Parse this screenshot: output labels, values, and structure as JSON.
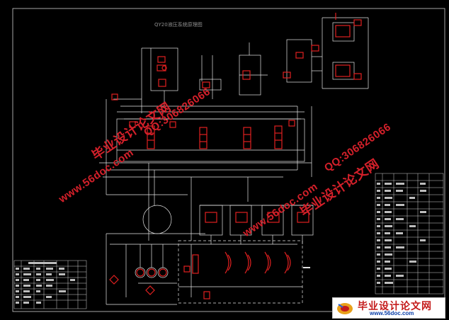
{
  "drawing": {
    "title": "QY20液压系统原理图"
  },
  "watermarks": [
    {
      "id": "wm-cn-1",
      "text": "毕业设计论文网"
    },
    {
      "id": "wm-site-1",
      "text": "www.56doc.com"
    },
    {
      "id": "wm-qq-1",
      "text": "QQ:306826066"
    },
    {
      "id": "wm-site-2",
      "text": "www.56doc.com"
    },
    {
      "id": "wm-qq-2",
      "text": "QQ:306826066"
    },
    {
      "id": "wm-cn-2",
      "text": "毕业设计论文网"
    }
  ],
  "banner": {
    "title": "毕业设计论文网",
    "site": "www.56doc.com"
  },
  "colors": {
    "background": "#000000",
    "lines": "#ffffff",
    "components": "#e02020",
    "watermark": "#d4202a"
  }
}
